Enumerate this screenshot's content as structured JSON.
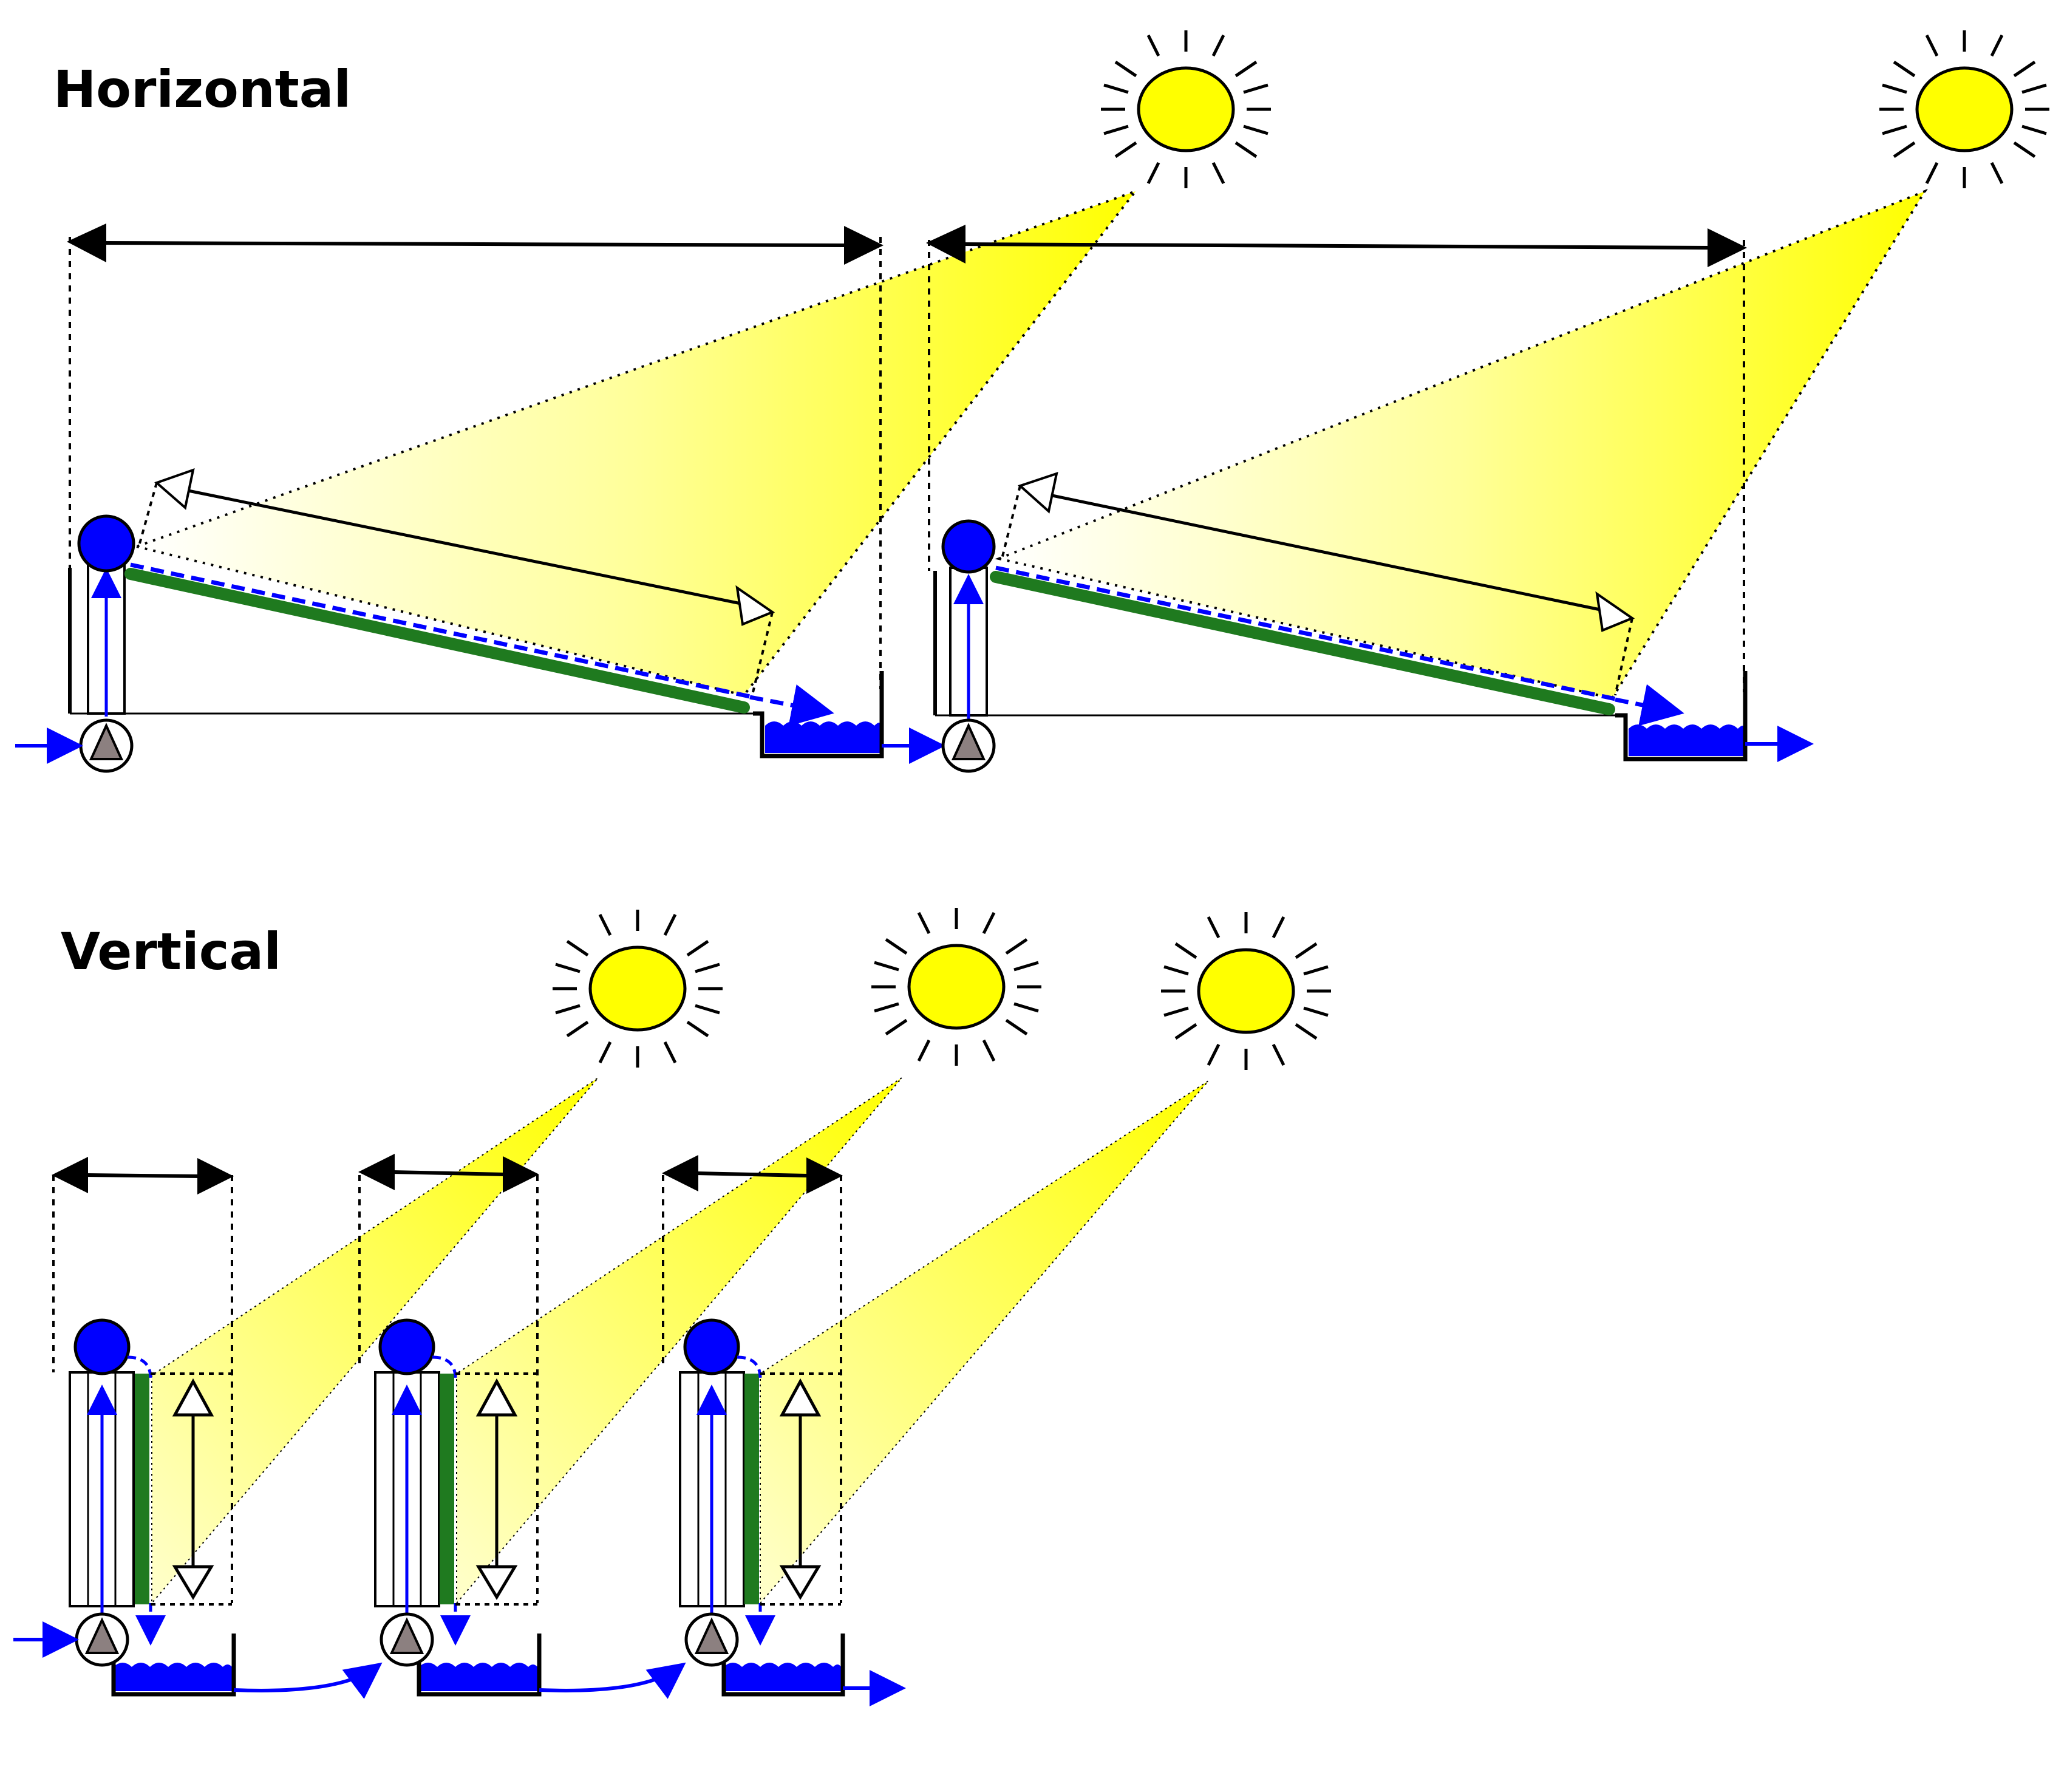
{
  "sections": {
    "horizontal": {
      "title": "Horizontal"
    },
    "vertical": {
      "title": "Vertical"
    }
  },
  "colors": {
    "sun": "#ffff00",
    "light": "#ffff00",
    "panel": "#1f7a1f",
    "water": "#0000ff",
    "pump": "#8c8080",
    "background": "#ffffff"
  },
  "icons": [
    "sun-icon",
    "pump-icon",
    "water-reservoir",
    "header-tank",
    "panel",
    "dimension-arrow"
  ]
}
